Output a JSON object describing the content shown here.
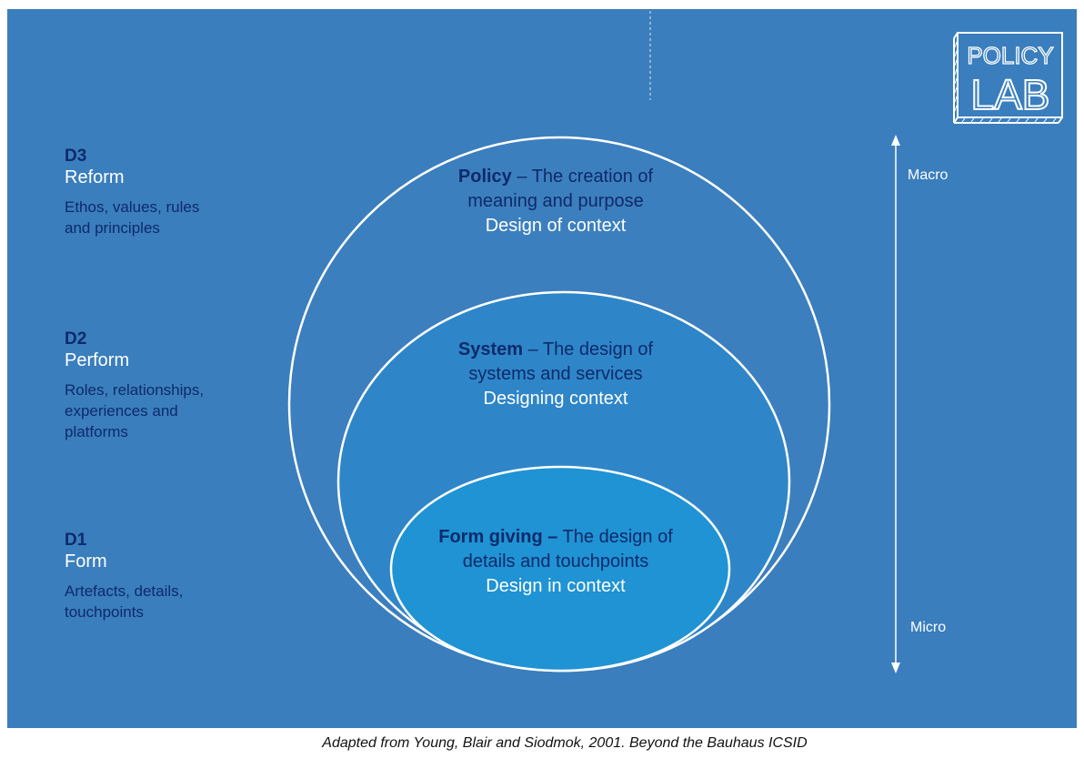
{
  "levels": [
    {
      "code": "D3",
      "name": "Reform",
      "desc_lines": [
        "Ethos, values, rules",
        "and principles"
      ]
    },
    {
      "code": "D2",
      "name": "Perform",
      "desc_lines": [
        "Roles, relationships,",
        "experiences and",
        "platforms"
      ]
    },
    {
      "code": "D1",
      "name": "Form",
      "desc_lines": [
        "Artefacts, details,",
        "touchpoints"
      ]
    }
  ],
  "circles": {
    "policy": {
      "title": "Policy",
      "desc_line1": " – The creation of",
      "desc_line2": "meaning and purpose",
      "context": "Design of context"
    },
    "system": {
      "title": "System",
      "desc_line1": " – The design of",
      "desc_line2": "systems and services",
      "context": "Designing context"
    },
    "form_giving": {
      "title": "Form giving –",
      "desc_line1": " The design of",
      "desc_line2": "details and touchpoints",
      "context": "Design in context"
    }
  },
  "scale": {
    "top": "Macro",
    "bottom": "Micro"
  },
  "caption": "Adapted from Young, Blair and Siodmok, 2001. Beyond the Bauhaus ICSID",
  "logo": {
    "line1": "POLICY",
    "line2": "LAB"
  },
  "colors": {
    "slide_background": "#3a7ebd",
    "outer_circle": "#3c7fbe",
    "middle_circle": "#2e86c8",
    "inner_circle": "#1f93d3",
    "outline": "#ffffff",
    "dark_text": "#0e2a6b"
  }
}
